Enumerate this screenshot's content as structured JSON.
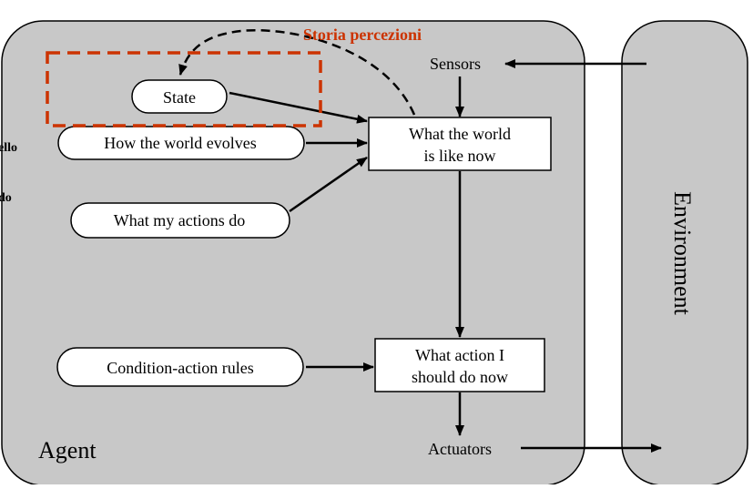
{
  "title_annotation": "Storia percezioni",
  "left_cut_labels": [
    "ello",
    "do"
  ],
  "agent_label": "Agent",
  "environment_label": "Environment",
  "sensors_label": "Sensors",
  "actuators_label": "Actuators",
  "ovals": {
    "state": "State",
    "how_world_evolves": "How the world evolves",
    "what_my_actions_do": "What my actions do",
    "condition_action_rules": "Condition-action rules"
  },
  "boxes": {
    "world_now": [
      "What the world",
      "is like now"
    ],
    "action_now": [
      "What action I",
      "should do now"
    ]
  },
  "colors": {
    "agent_fill": "#c8c8c8",
    "environment_fill": "#c8c8c8",
    "annotation": "#cc3300",
    "stroke": "#000000"
  }
}
